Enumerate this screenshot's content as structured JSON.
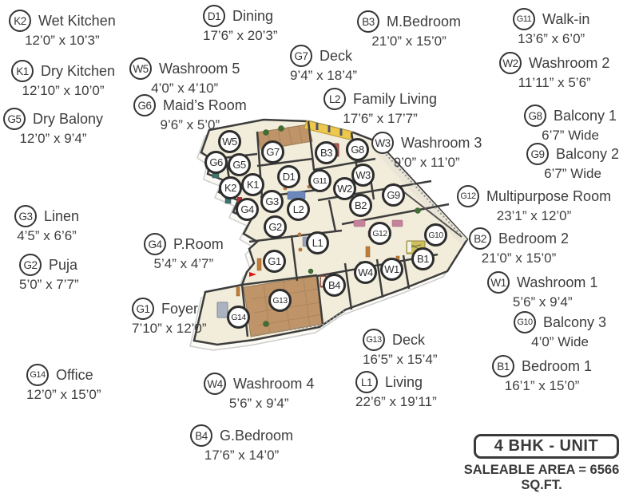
{
  "unit": {
    "type_label": "4 BHK - UNIT",
    "area_label": "SALEABLE AREA = 6566 SQ.FT."
  },
  "palette": {
    "text": "#3d3d3d",
    "wall": "#3d3d3d",
    "floor": "#f2ecda",
    "deck": "#bf9468",
    "accent": "#edc84d"
  },
  "rooms": [
    {
      "code": "K2",
      "name": "Wet Kitchen",
      "dims": "12’0” x 10’3”"
    },
    {
      "code": "D1",
      "name": "Dining",
      "dims": "17’6” x 20’3”"
    },
    {
      "code": "B3",
      "name": "M.Bedroom",
      "dims": "21’0” x 15’0”"
    },
    {
      "code": "G11",
      "name": "Walk-in",
      "dims": "13’6” x 6’0”"
    },
    {
      "code": "K1",
      "name": "Dry Kitchen",
      "dims": "12’10” x 10’0”"
    },
    {
      "code": "W5",
      "name": "Washroom 5",
      "dims": "4’0” x 4’10”"
    },
    {
      "code": "G7",
      "name": "Deck",
      "dims": "9’4” x 18’4”"
    },
    {
      "code": "W2",
      "name": "Washroom 2",
      "dims": "11’11” x 5’6”"
    },
    {
      "code": "G6",
      "name": "Maid’s Room",
      "dims": "9’6” x 5’0”"
    },
    {
      "code": "L2",
      "name": "Family Living",
      "dims": "17’6” x 17’7”"
    },
    {
      "code": "G8",
      "name": "Balcony 1",
      "dims": "6’7” Wide"
    },
    {
      "code": "G5",
      "name": "Dry Balony",
      "dims": "12’0” x 9’4”"
    },
    {
      "code": "W3",
      "name": "Washroom 3",
      "dims": "9’0” x 11’0”"
    },
    {
      "code": "G9",
      "name": "Balcony 2",
      "dims": "6’7” Wide"
    },
    {
      "code": "G3",
      "name": "Linen",
      "dims": "4’5” x 6’6”"
    },
    {
      "code": "G12",
      "name": "Multipurpose Room",
      "dims": "23’1” x 12’0”"
    },
    {
      "code": "G2",
      "name": "Puja",
      "dims": "5’0” x 7’7”"
    },
    {
      "code": "B2",
      "name": "Bedroom 2",
      "dims": "21’0” x 15’0”"
    },
    {
      "code": "G4",
      "name": "P.Room",
      "dims": "5’4” x 4’7”"
    },
    {
      "code": "W1",
      "name": "Washroom 1",
      "dims": "5’6” x 9’4”"
    },
    {
      "code": "G1",
      "name": "Foyer",
      "dims": "7’10” x 12’0”"
    },
    {
      "code": "G10",
      "name": "Balcony 3",
      "dims": "4’0” Wide"
    },
    {
      "code": "G14",
      "name": "Office",
      "dims": "12’0” x 15’0”"
    },
    {
      "code": "B1",
      "name": "Bedroom 1",
      "dims": "16’1” x 15’0”"
    },
    {
      "code": "G13",
      "name": "Deck",
      "dims": "16’5” x 15’4”"
    },
    {
      "code": "W4",
      "name": "Washroom 4",
      "dims": "5’6” x 9’4”"
    },
    {
      "code": "L1",
      "name": "Living",
      "dims": "22’6” x 19’11”"
    },
    {
      "code": "B4",
      "name": "G.Bedroom",
      "dims": "17’6” x 14’0”"
    }
  ],
  "plan_markers": [
    "W5",
    "G6",
    "G5",
    "K2",
    "K1",
    "G7",
    "D1",
    "B3",
    "G8",
    "W3",
    "G11",
    "W2",
    "G3",
    "G4",
    "G2",
    "L2",
    "B2",
    "G9",
    "G12",
    "G10",
    "B1",
    "W1",
    "W4",
    "B4",
    "L1",
    "G1",
    "G13",
    "G14"
  ]
}
